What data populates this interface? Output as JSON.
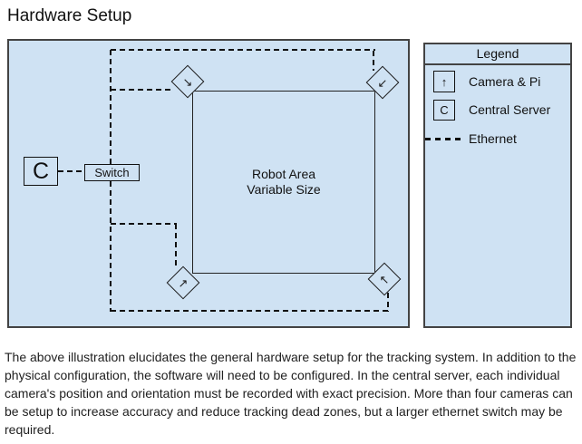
{
  "title": "Hardware Setup",
  "colors": {
    "panel_fill": "#cfe2f3",
    "panel_border": "#434343",
    "line": "#111111"
  },
  "diagram": {
    "robot_area": {
      "line1": "Robot Area",
      "line2": "Variable Size"
    },
    "central_server": {
      "label": "C"
    },
    "switch": {
      "label": "Switch"
    },
    "cameras": [
      {
        "position": "top-left",
        "glyph": "↘"
      },
      {
        "position": "top-right",
        "glyph": "↙"
      },
      {
        "position": "bottom-left",
        "glyph": "↗"
      },
      {
        "position": "bottom-right",
        "glyph": "↖"
      }
    ]
  },
  "legend": {
    "title": "Legend",
    "items": [
      {
        "icon": "↑",
        "label": "Camera & Pi"
      },
      {
        "icon": "C",
        "label": "Central Server"
      },
      {
        "icon": "dashed-line",
        "label": "Ethernet"
      }
    ]
  },
  "description": "The above illustration elucidates the general hardware setup for the tracking system. In addition to the physical configuration, the software will need to be configured. In the central server, each individual camera's position and orientation must be recorded with exact precision. More than four cameras can be setup to increase accuracy and reduce tracking dead zones, but a larger ethernet switch may be required."
}
